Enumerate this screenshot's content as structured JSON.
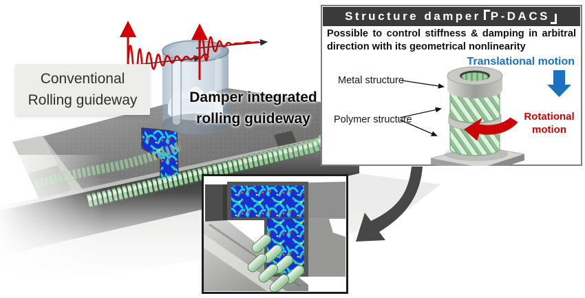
{
  "scene": {
    "conventional_label": {
      "line1": "Conventional",
      "line2": "Rolling guideway"
    },
    "damper_label": {
      "line1": "Damper integrated",
      "line2": "rolling guideway"
    }
  },
  "panel": {
    "title": {
      "prefix": "Structure damper",
      "bracket_open": "「",
      "product": "P-DACS",
      "bracket_close": "」"
    },
    "description": "Possible to control stiffness & damping in arbitral direction with its geometrical nonlinearity",
    "labels": {
      "metal": "Metal structure",
      "polymer": "Polymer structure",
      "translational": "Translational motion",
      "rotational_line1": "Rotational",
      "rotational_line2": "motion"
    }
  },
  "colors": {
    "translational_blue": "#1c70c0",
    "rotational_red": "#cc0606",
    "waveform_red": "#d40000",
    "panel_header_bg": "#3a3a3a",
    "polymer_green": "#9fcf9f",
    "metal_gray": "#c9c9c6",
    "fea_base_blue": "#1a2fd0",
    "fea_cyan": "#19d3e8"
  }
}
